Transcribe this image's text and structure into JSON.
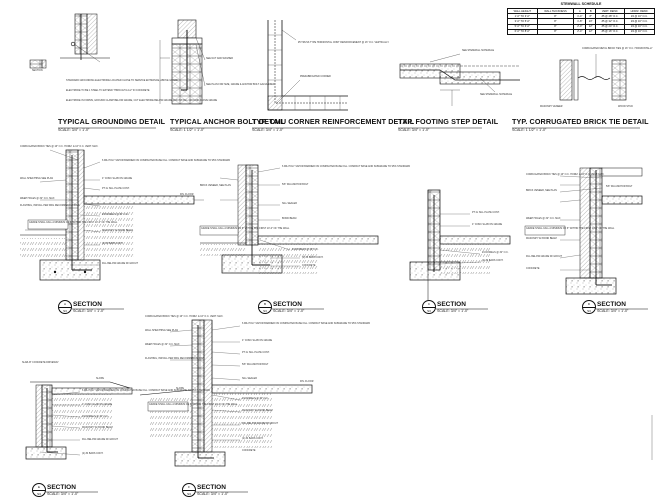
{
  "top_details": [
    {
      "title": "TYPICAL GROUNDING DETAIL",
      "scale": "SCALE: 3/4\" = 1'-0\""
    },
    {
      "title": "TYPICAL ANCHOR BOLT DETAIL",
      "scale": "SCALE: 1 1/2\" = 1'-0\""
    },
    {
      "title": "TYP. CMU CORNER REINFORCEMENT DETAIL",
      "scale": "SCALE: 3/4\" = 1'-0\""
    },
    {
      "title": "TYP. FOOTING STEP DETAIL",
      "scale": "SCALE: 3/4\" = 1'-0\""
    },
    {
      "title": "TYP. CORRUGATED BRICK TIE DETAIL",
      "scale": "SCALE: 1 1/2\" = 1'-0\""
    }
  ],
  "sections": [
    {
      "title": "SECTION",
      "scale": "SCALE: 3/4\" = 1'-0\"",
      "num": "A",
      "sheet": "S3"
    },
    {
      "title": "SECTION",
      "scale": "SCALE: 3/4\" = 1'-0\"",
      "num": "B",
      "sheet": "S3"
    },
    {
      "title": "SECTION",
      "scale": "SCALE: 3/4\" = 1'-0\"",
      "num": "C",
      "sheet": "S3"
    },
    {
      "title": "SECTION",
      "scale": "SCALE: 3/4\" = 1'-0\"",
      "num": "D",
      "sheet": "S3"
    },
    {
      "title": "SECTION",
      "scale": "SCALE: 3/4\" = 1'-0\"",
      "num": "E",
      "sheet": "S3"
    },
    {
      "title": "SECTION",
      "scale": "SCALE: 3/4\" = 1'-0\"",
      "num": "F",
      "sheet": "S3"
    }
  ],
  "schedule": {
    "title": "STEMWALL SCHEDULE",
    "headers": [
      "WALL HEIGHT",
      "WALL THICKNESS",
      "A",
      "B",
      "VERT. REINF.",
      "HORIZ. REINF."
    ],
    "rows": [
      [
        "1'-0\" TO 3'-0\"",
        "8\"",
        "1'-4\"",
        "8\"",
        "#5 @ 48\" O.C.",
        "#4 @ 16\" O.C."
      ],
      [
        "3'-0\" TO 5'-0\"",
        "8\"",
        "1'-8\"",
        "10\"",
        "#5 @ 32\" O.C.",
        "#4 @ 16\" O.C."
      ],
      [
        "5'-0\" TO 6'-0\"",
        "8\"",
        "2'-0\"",
        "12\"",
        "#5 @ 24\" O.C.",
        "#4 @ 16\" O.C."
      ],
      [
        "6'-0\" TO 8'-0\"",
        "8\"",
        "2'-4\"",
        "12\"",
        "#5 @ 16\" O.C.",
        "#4 @ 16\" O.C."
      ]
    ]
  },
  "labels": {
    "section_a_small": "SECTION",
    "grounding_note_1": "STANDARD GROUNDING ELECTRODE LOCATED CLOSE TO SERVICE ENTRANCE, ABOVE GRADE",
    "grounding_note_2": "ELECTRODE TO BE 1 STEEL TO EXTEND THROUGH A 1/2\" IN CONCRETE",
    "grounding_note_3": "ELECTRODE IN FORMS, GROUND CLAMP BELOW GRADE, CUT ELECTRODE BELOW GRADE AND INSTALL GROUND ABOVE GRADE",
    "anchor_note_1": "SEE NUT AND WASHER",
    "anchor_note_2": "SEE PLAN FOR SIZE, GRADE & ANCHOR BOLT GALVANIZED",
    "cmu_note_1": "#5 TRUSS TYPE HORIZONTAL JOINT REINFORCEMENT @ 16\" O.C. VERTICALLY",
    "cmu_note_2": "PREFABRICATED CORNER",
    "footing_note_1": "SEE STEMWALL SCHEDULE",
    "footing_note_2": "SEE STEMWALL SCHEDULE",
    "brick_note_1": "CORRUGATED METAL BRICK TIES @ 16\" O.C. HORIZONTALLY",
    "brick_note_2": "WOOD STUD",
    "brick_note_3": "MASONRY VENEER",
    "sec_note_corr": "CORRUGATED BRICK TIES @ 16\" O.C. HORIZ. & 16\" O.C. VERT. MAX.",
    "sec_note_wall": "WALL SHEATHING SEE PLAN",
    "sec_note_weep": "WEEP HOLES @ 32\" O.C. MAX",
    "sec_note_flash": "FLASHING, INSTALL PER MFG RECOMMENDATIONS",
    "sec_note_poly": "6 MIL POLY VAPOR BARRIER ON COMPACTED BASE FILL. COMPACT BASE AND SUBGRADE TO 95% STANDARD",
    "sec_note_slab": "4\" CONC SLAB ON GRADE",
    "sec_note_dowel": "#4 DOWELS @ 32\" O.C.",
    "sec_note_bar": "(2) #4 BARS CONT.",
    "sec_note_slope": "SLOPE",
    "sec_note_grade": "GRADE SHALL FALL A MINIMUM OF 6\" WITHIN THE FIRST 10'-0\" OF THE WALL",
    "sec_note_ft": "FILL BELOW GRADE W/ GROUT",
    "sec_note_conc": "CONCRETE",
    "sec_note_masonry": "MASONRY W/ BOND BEAM",
    "sec_note_flr": "FIN. FLOOR",
    "sec_note_plate": "PT 2x SILL PLATE CONT.",
    "sec_note_anchor": "5/8\" DIA ANCHOR BOLT",
    "sec_note_sill": "SILL SEALER",
    "sec_note_bond": "BOND BEAM",
    "sec_note_mas_veneer": "BRICK VENEER, SEE PLAN",
    "sec_note_concrete_drive": "SLAB AT CONCRETE DRIVEWAY"
  }
}
